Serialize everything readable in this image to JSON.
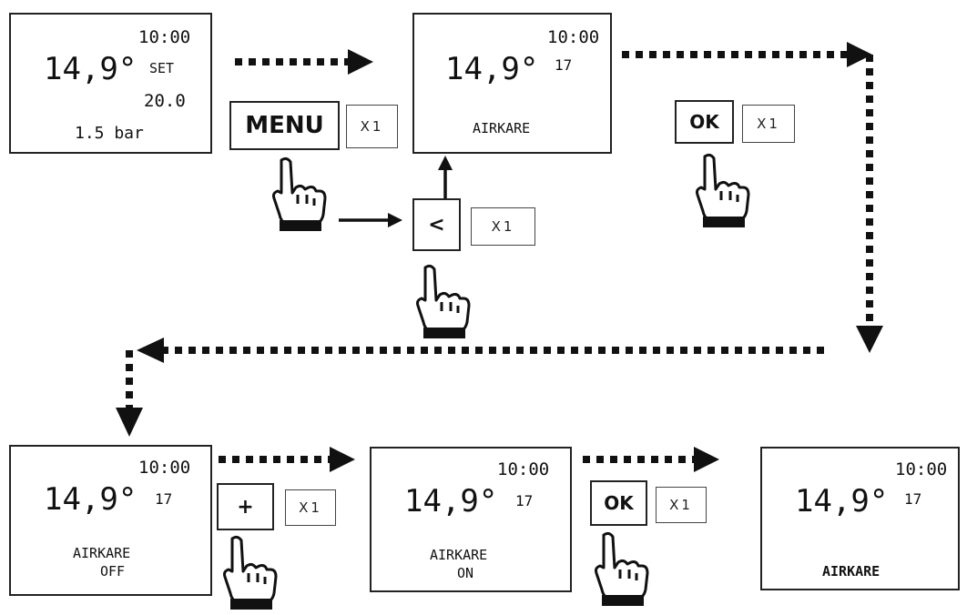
{
  "screens": [
    {
      "time": "10:00",
      "temp": "14,9°",
      "set_label": "SET",
      "setpoint": "20.0",
      "pressure": "1.5 bar"
    },
    {
      "time": "10:00",
      "temp": "14,9°",
      "sup": "17",
      "label": "AIRKARE"
    },
    {
      "time": "10:00",
      "temp": "14,9°",
      "sup": "17",
      "line1": "AIRKARE",
      "line2": "OFF"
    },
    {
      "time": "10:00",
      "temp": "14,9°",
      "sup": "17",
      "line1": "AIRKARE",
      "line2": "ON"
    },
    {
      "time": "10:00",
      "temp": "14,9°",
      "sup": "17",
      "label": "AIRKARE"
    }
  ],
  "steps": {
    "menu": {
      "button": "MENU",
      "count": "X1"
    },
    "left": {
      "button": "<",
      "count": "X1"
    },
    "ok1": {
      "button": "OK",
      "count": "X1"
    },
    "plus": {
      "button": "+",
      "count": "X1"
    },
    "ok2": {
      "button": "OK",
      "count": "X1"
    }
  },
  "icons": [
    "pointing-hand-icon",
    "arrow-right-icon",
    "arrow-down-icon",
    "arrow-left-icon",
    "arrow-up-icon"
  ]
}
